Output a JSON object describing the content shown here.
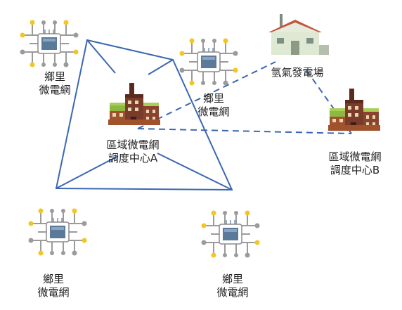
{
  "diagram": {
    "nodes": {
      "microgrid_top_left": {
        "line1": "鄉里",
        "line2": "微電網"
      },
      "microgrid_top_mid": {
        "line1": "鄉里",
        "line2": "微電網"
      },
      "microgrid_bottom_left": {
        "line1": "鄉里",
        "line2": "微電網"
      },
      "microgrid_bottom_mid": {
        "line1": "鄉里",
        "line2": "微電網"
      },
      "hub_a": {
        "line1": "區域微電網",
        "line2": "調度中心A"
      },
      "hub_b": {
        "line1": "區域微電網",
        "line2": "調度中心B"
      },
      "hydrogen": {
        "line1": "氫氣發電場"
      }
    },
    "colors": {
      "line": "#3b67b3",
      "chip_body": "#5b7a99",
      "pin_gray": "#9b9b9b",
      "pin_yellow": "#f3c623",
      "building_brown": "#7a3b2a",
      "roof_green": "#8fb842"
    }
  }
}
